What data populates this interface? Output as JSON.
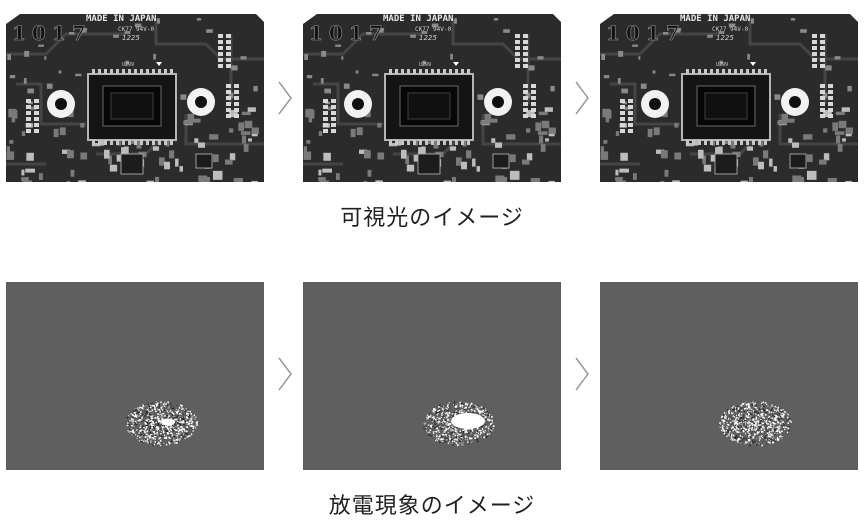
{
  "visible_section": {
    "caption": "可視光のイメージ",
    "pcb_markings": {
      "made_in": "MADE IN JAPAN",
      "serial": "1017",
      "code": "CK77 94V-0",
      "lot": "1225",
      "chip_label": "U299"
    },
    "frames": [
      {
        "name": "visible-frame-1"
      },
      {
        "name": "visible-frame-2"
      },
      {
        "name": "visible-frame-3"
      }
    ]
  },
  "discharge_section": {
    "caption": "放電現象のイメージ",
    "frames": [
      {
        "name": "discharge-frame-1",
        "spark": "small"
      },
      {
        "name": "discharge-frame-2",
        "spark": "large"
      },
      {
        "name": "discharge-frame-3",
        "spark": "none"
      }
    ]
  },
  "colors": {
    "pcb_dark": "#2b2b2b",
    "discharge_bg": "#5f5f5f",
    "arrow_stroke": "#9a9a9a"
  },
  "icons": [
    "chevron-right-icon"
  ]
}
